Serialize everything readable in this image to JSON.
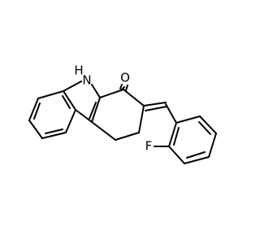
{
  "molecule": {
    "atom_labels": {
      "nh": "H",
      "n": "N",
      "o": "O",
      "f": "F"
    },
    "colors": {
      "bond": "#000000",
      "label": "#000000",
      "background": "#ffffff"
    }
  }
}
